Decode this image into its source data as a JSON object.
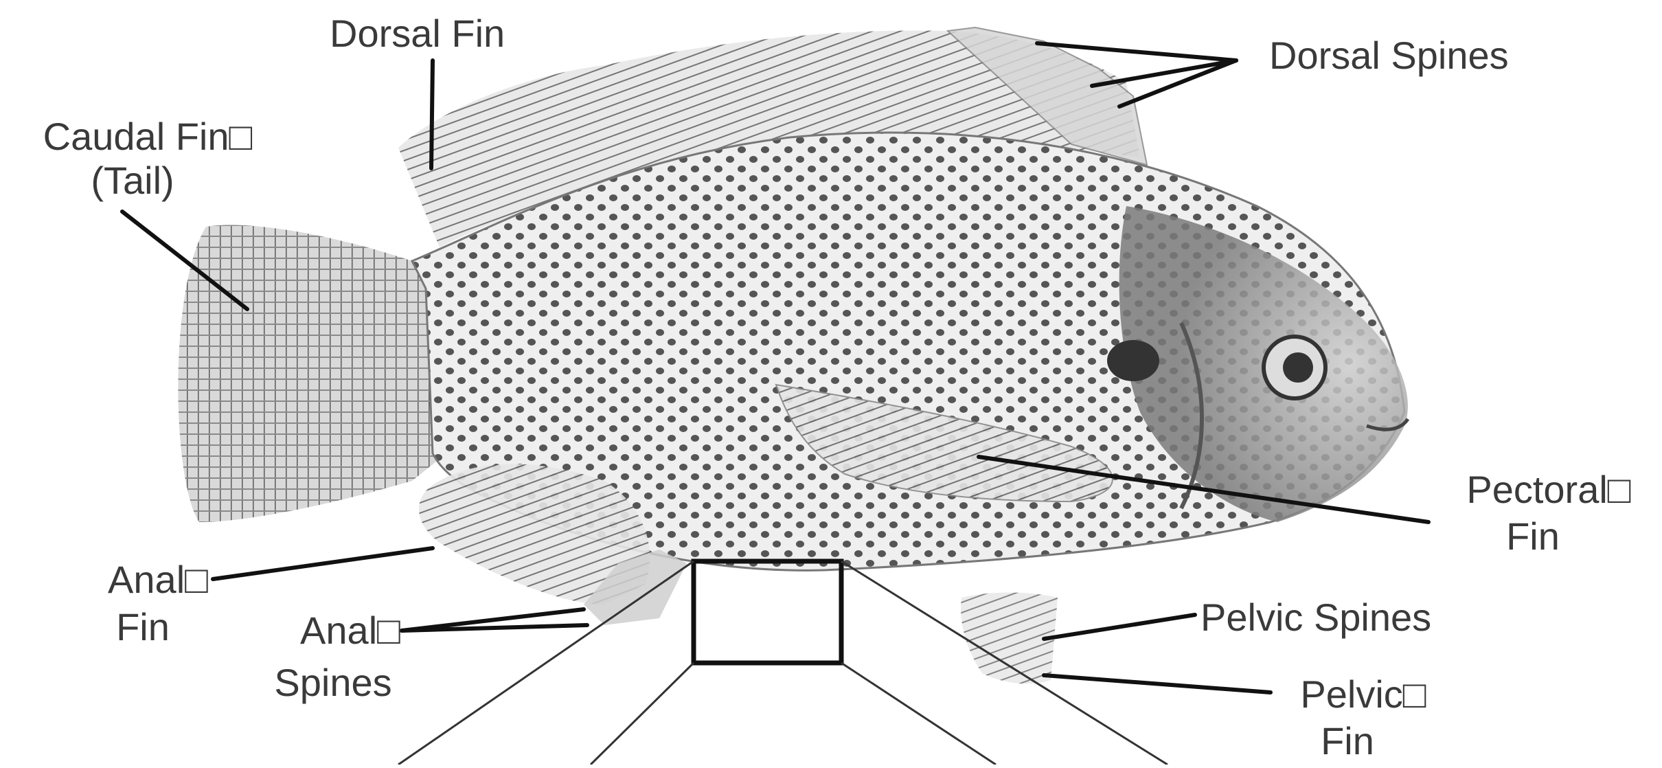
{
  "labels": {
    "dorsal_fin": "Dorsal Fin",
    "dorsal_spines": "Dorsal Spines",
    "caudal_fin_line1": "Caudal Fin□",
    "caudal_fin_line2": "(Tail)",
    "pectoral_fin_line1": "Pectoral□",
    "pectoral_fin_line2": "Fin",
    "anal_fin_line1": "Anal□",
    "anal_fin_line2": "Fin",
    "anal_spines_line1": "Anal□",
    "anal_spines_line2": "Spines",
    "pelvic_spines": "Pelvic Spines",
    "pelvic_fin_line1": "Pelvic□",
    "pelvic_fin_line2": "Fin"
  },
  "colors": {
    "label_text": "#3a3a3a",
    "leader_lines": "#111111",
    "fish_body": "#6b6b6b",
    "background": "#ffffff"
  }
}
